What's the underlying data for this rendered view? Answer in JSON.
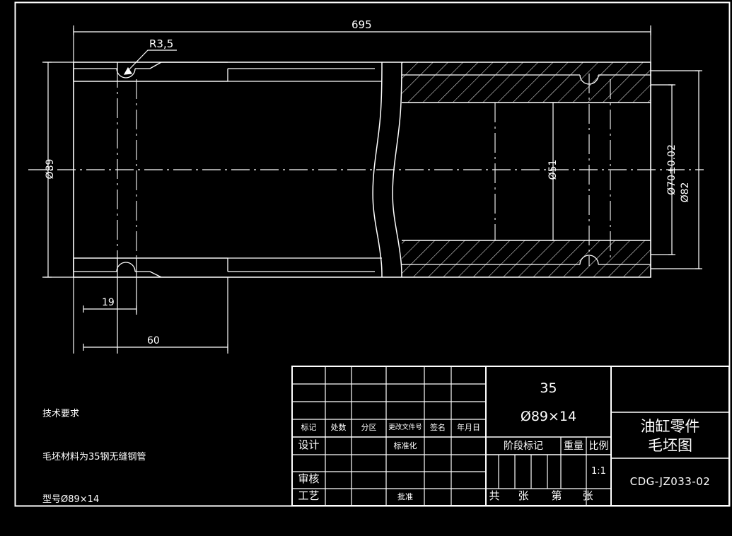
{
  "drawing": {
    "kind": "cad-engineering-drawing",
    "background_color": "#000000",
    "line_color": "#ffffff",
    "dimensions": {
      "overall_length": "695",
      "outer_diameter_left": "Ø89",
      "bore_diameter": "Ø51",
      "bore_toleranced": "Ø70±0.02",
      "outer_diameter_right": "Ø82",
      "fillet_radius": "R3,5",
      "groove_offset": "19",
      "groove_length": "60"
    },
    "technical_requirements": {
      "heading": "技术要求",
      "line1": "毛坯材料为35钢无缝钢管",
      "line2": "型号Ø89×14"
    }
  },
  "title_block": {
    "revision_headers": [
      "标记",
      "处数",
      "分区",
      "更改文件号",
      "签名",
      "年月日"
    ],
    "role_rows": [
      {
        "role": "设计",
        "extra": "标准化"
      },
      {
        "role": "",
        "extra": ""
      },
      {
        "role": "审核",
        "extra": ""
      },
      {
        "role": "工艺",
        "extra": "批准"
      }
    ],
    "material_code": "35",
    "material_spec": "Ø89×14",
    "stage_mark_label": "阶段标记",
    "weight_label": "重量",
    "scale_label": "比例",
    "scale_value": "1:1",
    "sheet_total_label": "共",
    "sheet_total_unit": "张",
    "sheet_index_label": "第",
    "sheet_index_unit": "张",
    "part_name_line1": "油缸零件",
    "part_name_line2": "毛坯图",
    "drawing_number": "CDG-JZ033-02"
  }
}
